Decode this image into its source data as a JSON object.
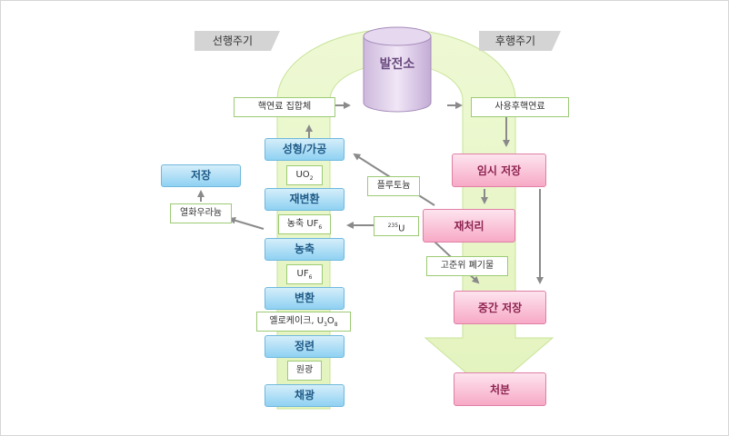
{
  "tabs": {
    "front": "선행주기",
    "back": "후행주기"
  },
  "plant": "발전소",
  "front_cycle": {
    "fuel_assembly": "핵연료 집합체",
    "fabrication": "성형/가공",
    "uo2": {
      "base": "UO",
      "sub": "2"
    },
    "reconversion": "재변환",
    "enriched_uf6": {
      "base": "농축 UF",
      "sub": "6"
    },
    "enrichment": "농축",
    "uf6": {
      "base": "UF",
      "sub": "6"
    },
    "conversion": "변환",
    "yellowcake": {
      "base": "옐로케이크, U",
      "sub1": "3",
      "mid": "O",
      "sub2": "8"
    },
    "refining": "정련",
    "ore": "원광",
    "mining": "채광",
    "depleted_uranium": "열화우라늄",
    "storage": "저장"
  },
  "back_cycle": {
    "spent_fuel": "사용후핵연료",
    "temp_storage": "임시 저장",
    "plutonium": "플루토늄",
    "reprocessing": "재처리",
    "u235": {
      "sup": "235",
      "base": "U"
    },
    "hlw": "고준위 폐기물",
    "interim_storage": "중간 저장",
    "disposal": "처분"
  }
}
